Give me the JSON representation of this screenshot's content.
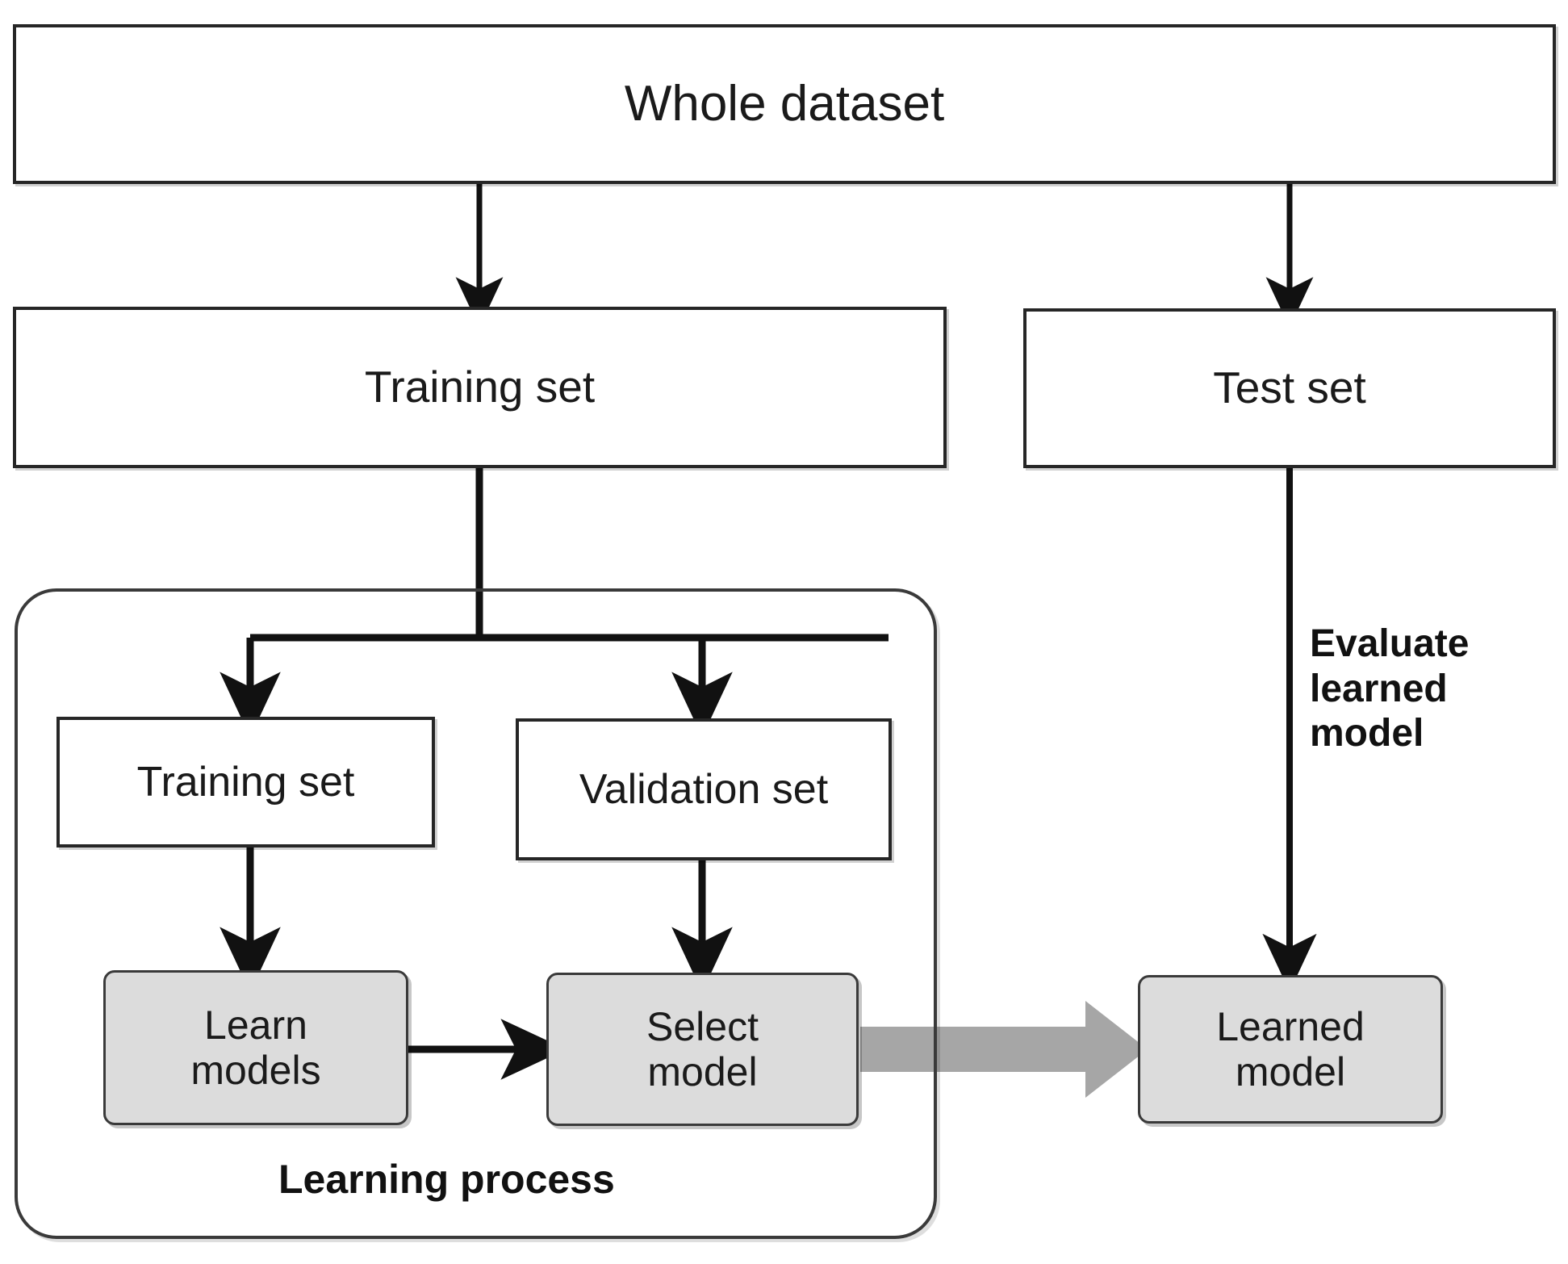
{
  "diagram": {
    "title_node": {
      "label": "Whole dataset"
    },
    "split_nodes": [
      {
        "name": "training-set",
        "label": "Training set"
      },
      {
        "name": "test-set",
        "label": "Test set"
      }
    ],
    "inner_nodes": [
      {
        "name": "inner-training-set",
        "label": "Training set"
      },
      {
        "name": "validation-set",
        "label": "Validation set"
      }
    ],
    "process_nodes": [
      {
        "name": "learn-models",
        "label": "Learn\nmodels"
      },
      {
        "name": "select-model",
        "label": "Select\nmodel"
      },
      {
        "name": "learned-model",
        "label": "Learned\nmodel"
      }
    ],
    "group_caption": "Learning process",
    "edge_note": "Evaluate\nlearned\nmodel",
    "colors": {
      "node_fill": "#ffffff",
      "process_fill": "#dcdcdc",
      "stroke": "#262626",
      "group_stroke": "#3a3a3a",
      "thick_arrow": "#a6a6a6",
      "text": "#111111",
      "background": "#ffffff"
    }
  }
}
